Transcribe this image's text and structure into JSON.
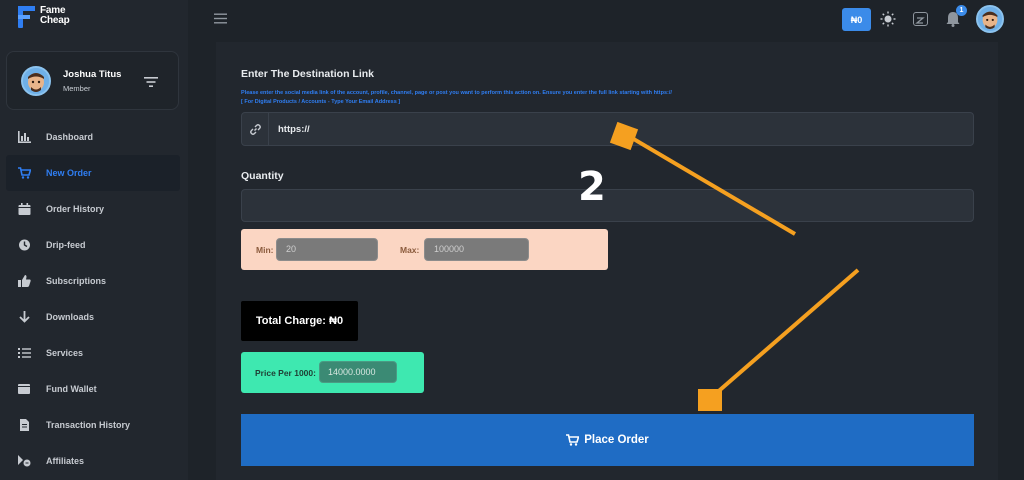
{
  "app": {
    "logo_line1": "Fame",
    "logo_line2": "Cheap"
  },
  "user": {
    "name": "Joshua Titus",
    "role": "Member"
  },
  "sidebar": {
    "items": [
      {
        "label": "Dashboard",
        "icon": "chart-icon"
      },
      {
        "label": "New Order",
        "icon": "cart-icon",
        "active": true
      },
      {
        "label": "Order History",
        "icon": "calendar-icon"
      },
      {
        "label": "Drip-feed",
        "icon": "clock-icon"
      },
      {
        "label": "Subscriptions",
        "icon": "thumbs-up-icon"
      },
      {
        "label": "Downloads",
        "icon": "download-icon"
      },
      {
        "label": "Services",
        "icon": "list-icon"
      },
      {
        "label": "Fund Wallet",
        "icon": "wallet-icon"
      },
      {
        "label": "Transaction History",
        "icon": "file-icon"
      },
      {
        "label": "Affiliates",
        "icon": "affiliates-icon"
      }
    ]
  },
  "header": {
    "wallet_balance": "₦0",
    "notification_count": "1"
  },
  "form": {
    "destination_label": "Enter The Destination Link",
    "destination_help": "Please enter the social media link of the account, profile, channel, page or post you want to perform this action on. Ensure you enter the full link starting with https://",
    "destination_note": "[ For Digital Products / Accounts - Type Your Email Address ]",
    "link_value": "https://",
    "quantity_label": "Quantity",
    "quantity_value": "",
    "min_label": "Min:",
    "min_value": "20",
    "max_label": "Max:",
    "max_value": "100000",
    "total_charge": "Total Charge: ₦0",
    "price_label": "Price Per 1000:",
    "price_value": "14000.0000",
    "place_order_label": "Place Order"
  },
  "annotation": {
    "step_number": "2"
  },
  "colors": {
    "accent": "#2f7ef3",
    "button": "#1f6cc4",
    "arrow": "#f5a020",
    "minmax_bg": "#fbd6c3",
    "price_bg": "#3ee8b0"
  }
}
